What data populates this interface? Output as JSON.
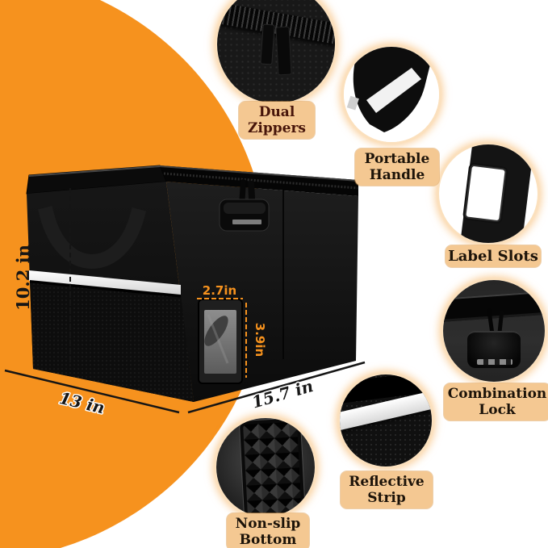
{
  "dimensions": {
    "height": "10.2 in",
    "depth": "13 in",
    "width": "15.7 in",
    "window_width": "2.7in",
    "window_height": "3.9in"
  },
  "features": [
    {
      "id": "dual-zippers",
      "line1": "Dual",
      "line2": "Zippers"
    },
    {
      "id": "portable-handle",
      "line1": "Portable",
      "line2": "Handle"
    },
    {
      "id": "label-slots",
      "line1": "Label Slots",
      "line2": ""
    },
    {
      "id": "combination-lock",
      "line1": "Combination",
      "line2": "Lock"
    },
    {
      "id": "reflective-strip",
      "line1": "Reflective",
      "line2": "Strip"
    },
    {
      "id": "non-slip-bottom",
      "line1": "Non-slip",
      "line2": "Bottom"
    }
  ],
  "colors": {
    "accent_orange": "#F6921E",
    "label_background": "#F4C892",
    "label_text": "#1C1309",
    "dual_zippers_text": "#47150A",
    "dimension_text": "#161616",
    "box_black": "#0E0E0E",
    "reflective_white": "#FFFFFF"
  }
}
